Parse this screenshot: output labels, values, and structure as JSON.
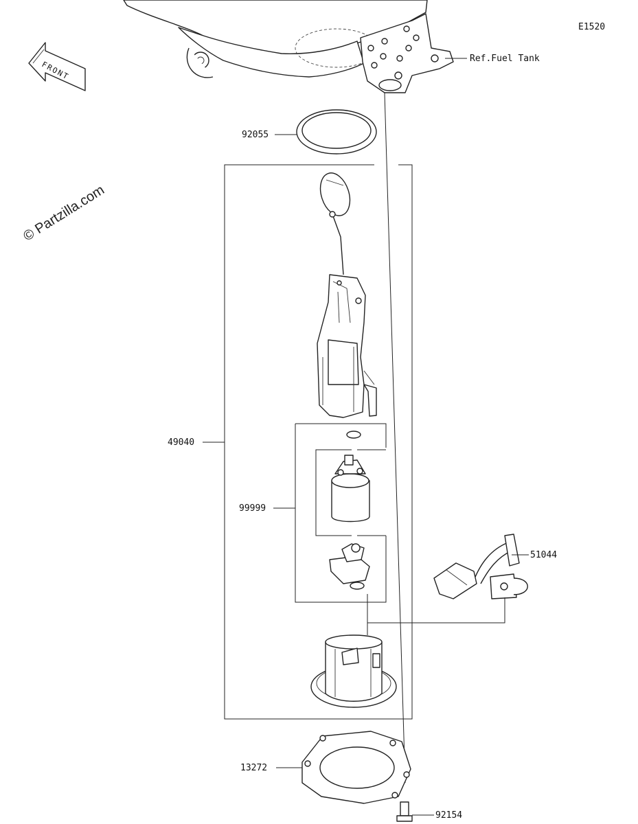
{
  "diagram_code": "E1520",
  "watermark": "Partzilla.com",
  "watermark_symbol": "©",
  "front_arrow_label": "FRONT",
  "references": {
    "fuel_tank": "Ref.Fuel Tank"
  },
  "callouts": [
    {
      "id": "92055",
      "label": "92055"
    },
    {
      "id": "49040",
      "label": "49040"
    },
    {
      "id": "99999",
      "label": "99999"
    },
    {
      "id": "51044",
      "label": "51044"
    },
    {
      "id": "13272",
      "label": "13272"
    },
    {
      "id": "92154",
      "label": "92154"
    }
  ]
}
